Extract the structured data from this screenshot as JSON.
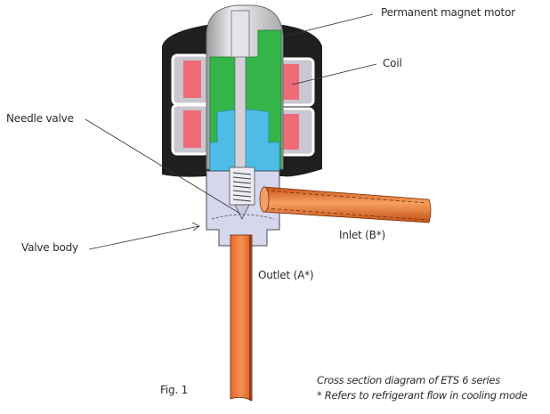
{
  "figure": {
    "title": "Cross section diagram of ETS 6 series",
    "footnote": "* Refers to refrigerant flow in cooling mode",
    "fig_label": "Fig. 1"
  },
  "labels": {
    "motor": "Permanent magnet motor",
    "coil": "Coil",
    "needle_valve": "Needle valve",
    "valve_body": "Valve body",
    "inlet": "Inlet (B*)",
    "outlet": "Outlet  (A*)"
  },
  "colors": {
    "housing": "#1f1f1f",
    "coil": "#f06a78",
    "rotor": "#33b54a",
    "spindle": "#4dbde8",
    "body": "#d6d6ec",
    "dome": "#d8d8da",
    "copper": "#ef7a2e"
  }
}
